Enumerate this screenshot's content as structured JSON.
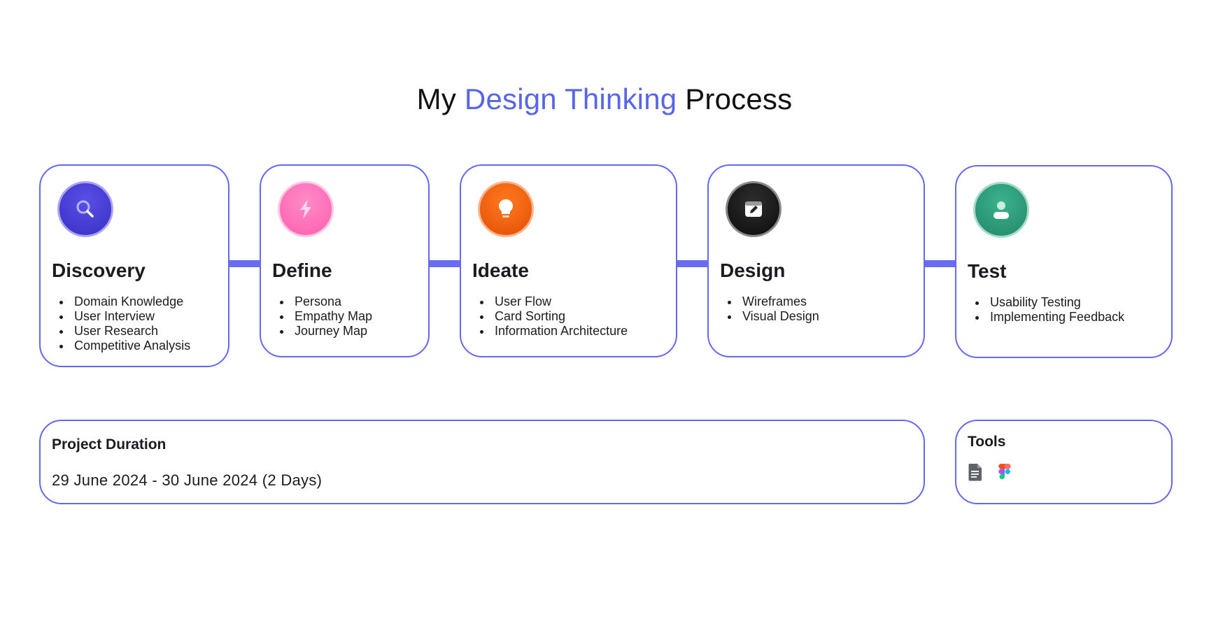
{
  "title": {
    "prefix": "My",
    "accent": "Design Thinking",
    "suffix": "Process"
  },
  "stages": [
    {
      "title": "Discovery",
      "icon": "search-icon",
      "color": "#4b3fd6",
      "items": [
        "Domain Knowledge",
        "User Interview",
        "User Research",
        "Competitive Analysis"
      ]
    },
    {
      "title": "Define",
      "icon": "bolt-icon",
      "color": "#ff6eb4",
      "items": [
        "Persona",
        "Empathy Map",
        "Journey Map"
      ]
    },
    {
      "title": "Ideate",
      "icon": "lightbulb-icon",
      "color": "#f25d0a",
      "items": [
        "User Flow",
        "Card Sorting",
        "Information Architecture"
      ]
    },
    {
      "title": "Design",
      "icon": "edit-calendar-icon",
      "color": "#1a1a1a",
      "items": [
        "Wireframes",
        "Visual Design"
      ]
    },
    {
      "title": "Test",
      "icon": "user-icon",
      "color": "#2f9e7e",
      "items": [
        "Usability Testing",
        "Implementing Feedback"
      ]
    }
  ],
  "project_duration": {
    "label": "Project Duration",
    "value": "29 June 2024 -  30 June 2024 (2 Days)"
  },
  "tools": {
    "label": "Tools",
    "icons": [
      "document-icon",
      "figma-icon"
    ]
  },
  "colors": {
    "accent": "#5865e8",
    "border": "#6468ee",
    "connector": "#6b6cf4"
  }
}
